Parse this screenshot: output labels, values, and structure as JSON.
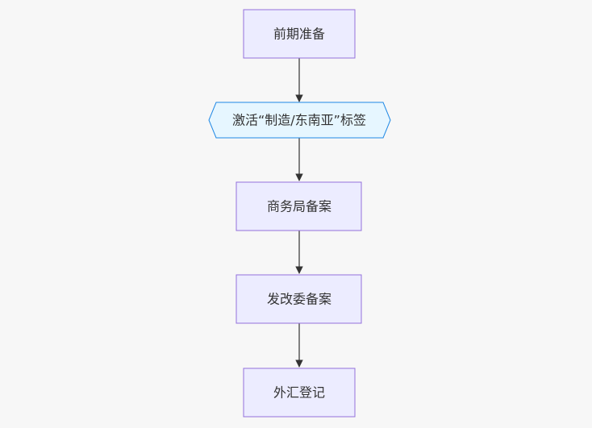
{
  "diagram": {
    "type": "flowchart",
    "direction": "top-to-bottom",
    "colors": {
      "background": "#f7f7f7",
      "rect_fill": "#ececff",
      "rect_stroke": "#9370db",
      "hex_fill": "#e6f6ff",
      "hex_stroke": "#1e88e5",
      "edge": "#333333",
      "text": "#333333"
    },
    "nodes": [
      {
        "id": "n1",
        "shape": "rect",
        "label": "前期准备"
      },
      {
        "id": "n2",
        "shape": "hexagon",
        "label": "激活“制造/东南亚”标签"
      },
      {
        "id": "n3",
        "shape": "rect",
        "label": "商务局备案"
      },
      {
        "id": "n4",
        "shape": "rect",
        "label": "发改委备案"
      },
      {
        "id": "n5",
        "shape": "rect",
        "label": "外汇登记"
      }
    ],
    "edges": [
      {
        "from": "n1",
        "to": "n2"
      },
      {
        "from": "n2",
        "to": "n3"
      },
      {
        "from": "n3",
        "to": "n4"
      },
      {
        "from": "n4",
        "to": "n5"
      }
    ]
  }
}
